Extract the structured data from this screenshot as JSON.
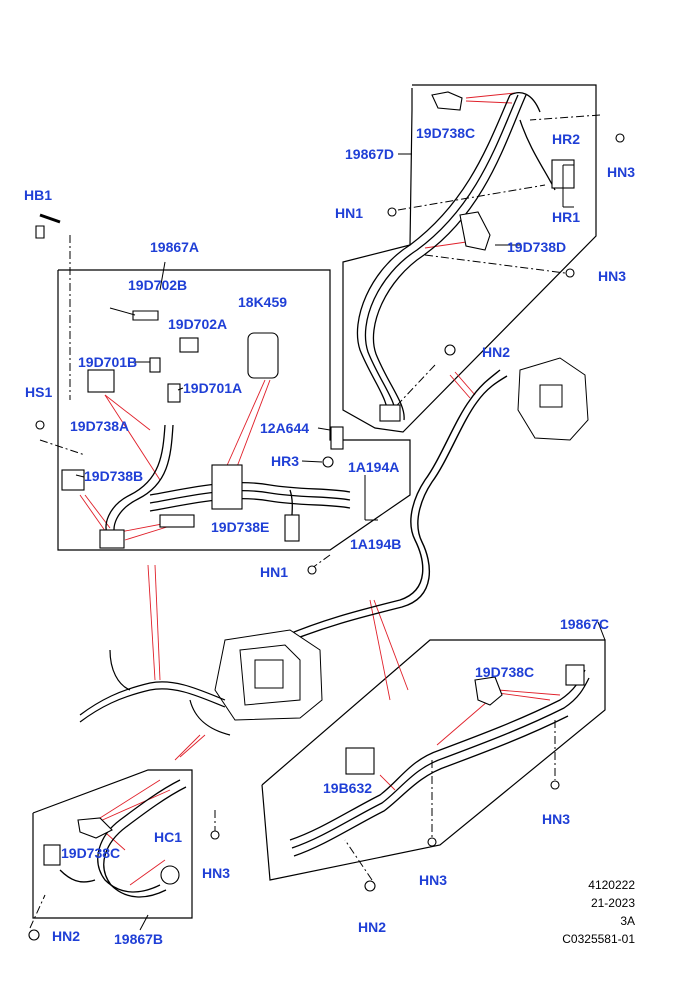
{
  "colors": {
    "label": "#1f3fd6",
    "leader": "#e0202a",
    "line": "#000000"
  },
  "labels": {
    "p_19867D": "19867D",
    "p_19867A": "19867A",
    "p_19867C": "19867C",
    "p_19867B": "19867B",
    "hb1": "HB1",
    "hs1": "HS1",
    "c_19D738C_top": "19D738C",
    "c_19D738D": "19D738D",
    "hr2": "HR2",
    "hr1": "HR1",
    "hn3_top": "HN3",
    "hn1_top": "HN1",
    "hn3_mid": "HN3",
    "hn2_mid": "HN2",
    "c_19D702B": "19D702B",
    "c_19D702A": "19D702A",
    "c_18K459": "18K459",
    "c_19D701B": "19D701B",
    "c_19D701A": "19D701A",
    "c_19D738A": "19D738A",
    "c_12A644": "12A644",
    "hr3": "HR3",
    "c_1A194A": "1A194A",
    "c_19D738B": "19D738B",
    "c_19D738E": "19D738E",
    "c_1A194B": "1A194B",
    "hn1_mid": "HN1",
    "c_19D738C_right": "19D738C",
    "c_19B632": "19B632",
    "hn3_right": "HN3",
    "hn3_center": "HN3",
    "hn2_bottom": "HN2",
    "c_19D738C_left": "19D738C",
    "hc1": "HC1",
    "hn3_left": "HN3",
    "hn2_left": "HN2"
  },
  "footer": {
    "line1": "4120222",
    "line2": "21-2023",
    "line3": "3A",
    "line4": "C0325581-01"
  }
}
